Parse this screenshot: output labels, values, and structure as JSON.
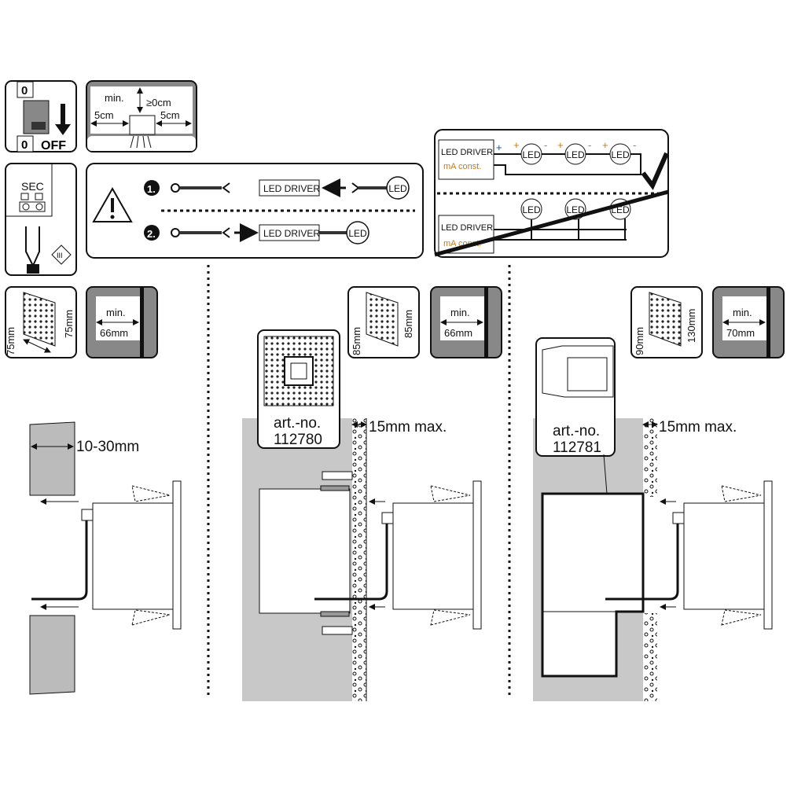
{
  "switch_panel": {
    "on_label": "0",
    "off_num": "0",
    "off_label": "OFF"
  },
  "spacing_panel": {
    "min_label": "min.",
    "top_gap": "≥0cm",
    "left_gap": "5cm",
    "right_gap": "5cm"
  },
  "sec_panel": {
    "label": "SEC",
    "class_label": "III"
  },
  "warning_panel": {
    "step1": "1.",
    "step2": "2.",
    "driver_label": "LED DRIVER",
    "led_label": "LED"
  },
  "wiring_panel": {
    "driver_label": "LED DRIVER",
    "driver_sub": "mA const.",
    "led_label": "LED",
    "plus": "+",
    "minus": "-"
  },
  "dimensions": [
    {
      "depth": "75mm",
      "height": "75mm",
      "min_label": "min.",
      "min_depth": "66mm"
    },
    {
      "depth": "85mm",
      "height": "85mm",
      "min_label": "min.",
      "min_depth": "66mm"
    },
    {
      "depth": "90mm",
      "height": "130mm",
      "min_label": "min.",
      "min_depth": "70mm"
    }
  ],
  "install": {
    "wall_gap": "10-30mm",
    "max_plaster_1": "15mm max.",
    "max_plaster_2": "15mm max.",
    "box1_art": "art.-no.",
    "box1_no": "112780",
    "box2_art": "art.-no.",
    "box2_no": "112781"
  }
}
